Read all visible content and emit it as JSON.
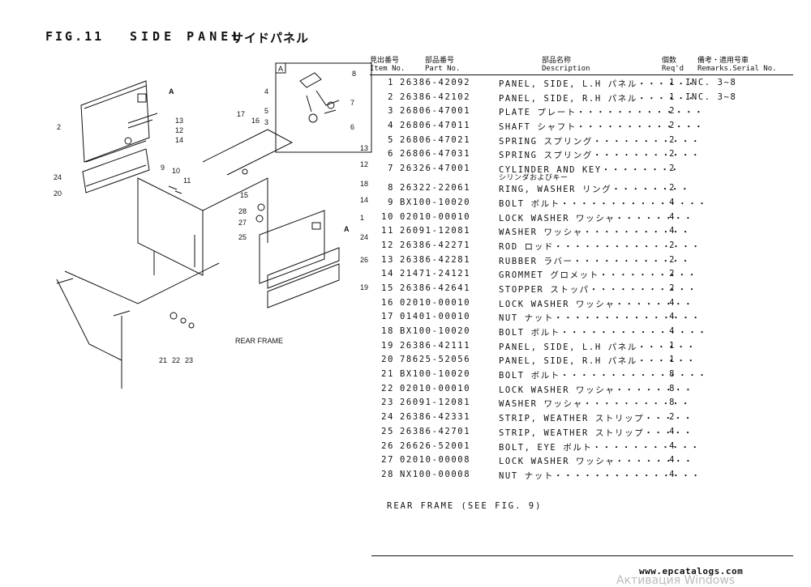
{
  "header": {
    "fig_label": "FIG.11",
    "fig_name": "SIDE PANEL",
    "fig_name_jp": "サイドパネル"
  },
  "table_headers": {
    "item_no_jp": "見出番号",
    "item_no": "Item No.",
    "part_no_jp": "部品番号",
    "part_no": "Part No.",
    "desc_jp": "部品名称",
    "desc": "Description",
    "qty_jp": "個数",
    "qty": "Req'd",
    "remarks_jp": "備考・適用号車",
    "remarks": "Remarks.Serial No."
  },
  "parts": [
    {
      "no": "1",
      "part": "26386-42092",
      "desc": "PANEL, SIDE, L.H パネル・・・・・・",
      "qty": "1",
      "rem": "INC. 3~8"
    },
    {
      "no": "2",
      "part": "26386-42102",
      "desc": "PANEL, SIDE, R.H パネル・・・・・・",
      "qty": "1",
      "rem": "INC. 3~8"
    },
    {
      "no": "3",
      "part": "26806-47001",
      "desc": "PLATE プレート・・・・・・・・・・・・・",
      "qty": "2",
      "rem": ""
    },
    {
      "no": "4",
      "part": "26806-47011",
      "desc": "SHAFT シャフト・・・・・・・・・・・・・",
      "qty": "2",
      "rem": ""
    },
    {
      "no": "5",
      "part": "26806-47021",
      "desc": "SPRING スプリング・・・・・・・・・・・",
      "qty": "2",
      "rem": ""
    },
    {
      "no": "6",
      "part": "26806-47031",
      "desc": "SPRING スプリング・・・・・・・・・・・",
      "qty": "2",
      "rem": ""
    },
    {
      "no": "7",
      "part": "26326-47001",
      "desc": "CYLINDER AND KEY・・・・・・・・",
      "desc2": "シリンダおよびキー",
      "qty": "2",
      "rem": ""
    },
    {
      "no": "8",
      "part": "26322-22061",
      "desc": "RING, WASHER リング・・・・・・・・",
      "qty": "2",
      "rem": ""
    },
    {
      "no": "9",
      "part": "BX100-10020",
      "desc": "BOLT ボルト・・・・・・・・・・・・・・・",
      "qty": "4",
      "rem": ""
    },
    {
      "no": "10",
      "part": "02010-00010",
      "desc": "LOCK WASHER ワッシャ・・・・・・・・",
      "qty": "4",
      "rem": ""
    },
    {
      "no": "11",
      "part": "26091-12081",
      "desc": "WASHER ワッシャ・・・・・・・・・・・",
      "qty": "4",
      "rem": ""
    },
    {
      "no": "12",
      "part": "26386-42271",
      "desc": "ROD ロッド・・・・・・・・・・・・・・・",
      "qty": "2",
      "rem": ""
    },
    {
      "no": "13",
      "part": "26386-42281",
      "desc": "RUBBER ラバー・・・・・・・・・・・・",
      "qty": "2",
      "rem": ""
    },
    {
      "no": "14",
      "part": "21471-24121",
      "desc": "GROMMET グロメット・・・・・・・・・・",
      "qty": "2",
      "rem": ""
    },
    {
      "no": "15",
      "part": "26386-42641",
      "desc": "STOPPER ストッパ・・・・・・・・・・・",
      "qty": "2",
      "rem": ""
    },
    {
      "no": "16",
      "part": "02010-00010",
      "desc": "LOCK WASHER ワッシャ・・・・・・・・",
      "qty": "4",
      "rem": ""
    },
    {
      "no": "17",
      "part": "01401-00010",
      "desc": "NUT ナット・・・・・・・・・・・・・・・",
      "qty": "4",
      "rem": ""
    },
    {
      "no": "18",
      "part": "BX100-10020",
      "desc": "BOLT ボルト・・・・・・・・・・・・・・・",
      "qty": "4",
      "rem": ""
    },
    {
      "no": "19",
      "part": "26386-42111",
      "desc": "PANEL, SIDE, L.H パネル・・・・・・",
      "qty": "1",
      "rem": ""
    },
    {
      "no": "20",
      "part": "78625-52056",
      "desc": "PANEL, SIDE, R.H パネル・・・・・・",
      "qty": "1",
      "rem": ""
    },
    {
      "no": "21",
      "part": "BX100-10020",
      "desc": "BOLT ボルト・・・・・・・・・・・・・・・",
      "qty": "8",
      "rem": ""
    },
    {
      "no": "22",
      "part": "02010-00010",
      "desc": "LOCK WASHER ワッシャ・・・・・・・・",
      "qty": "8",
      "rem": ""
    },
    {
      "no": "23",
      "part": "26091-12081",
      "desc": "WASHER ワッシャ・・・・・・・・・・・",
      "qty": "8",
      "rem": ""
    },
    {
      "no": "24",
      "part": "26386-42331",
      "desc": "STRIP, WEATHER ストリップ・・・・・",
      "qty": "2",
      "rem": ""
    },
    {
      "no": "25",
      "part": "26386-42701",
      "desc": "STRIP, WEATHER ストリップ・・・・・",
      "qty": "4",
      "rem": ""
    },
    {
      "no": "26",
      "part": "26626-52001",
      "desc": "BOLT, EYE ボルト・・・・・・・・・・・",
      "qty": "4",
      "rem": ""
    },
    {
      "no": "27",
      "part": "02010-00008",
      "desc": "LOCK WASHER ワッシャ・・・・・・・・",
      "qty": "4",
      "rem": ""
    },
    {
      "no": "28",
      "part": "NX100-00008",
      "desc": "NUT ナット・・・・・・・・・・・・・・・",
      "qty": "4",
      "rem": ""
    }
  ],
  "footnote": "REAR FRAME (SEE FIG. 9)",
  "website": "www.epcatalogs.com",
  "watermark": "Активация Windows",
  "diagram": {
    "inset_label": "A",
    "arrow_label_a": "A",
    "rear_frame_label": "REAR FRAME",
    "callouts": [
      "1",
      "2",
      "3",
      "4",
      "5",
      "6",
      "7",
      "8",
      "9",
      "10",
      "11",
      "12",
      "13",
      "14",
      "15",
      "16",
      "17",
      "18",
      "19",
      "20",
      "21",
      "22",
      "23",
      "24",
      "25",
      "26",
      "27",
      "28"
    ]
  }
}
